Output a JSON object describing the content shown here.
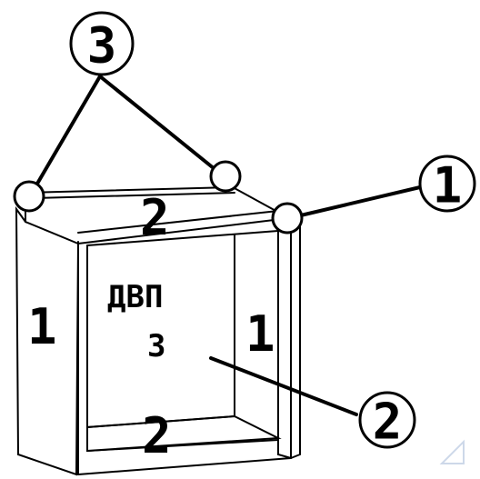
{
  "callouts": {
    "top": "3",
    "right_top": "1",
    "right_bottom": "2"
  },
  "panels": {
    "left_side": "1",
    "right_side": "1",
    "top_shelf": "2",
    "bottom_shelf": "2",
    "back_material": "ДВП",
    "back_number": "3"
  }
}
